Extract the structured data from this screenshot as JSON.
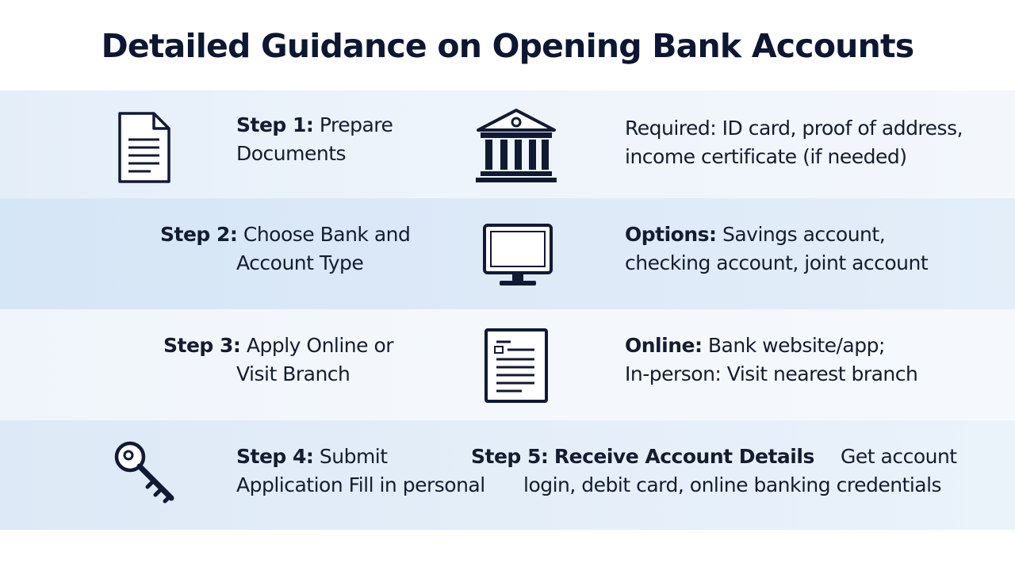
{
  "title": "Detailed Guidance on Opening Bank Accounts",
  "steps": [
    {
      "label": "Step 1:",
      "title_line1": "Prepare",
      "title_line2": "Documents",
      "icon": "document-icon",
      "detail_label": "Required:",
      "detail_line1": "ID card, proof of address,",
      "detail_line2": "income certificate (if needed)",
      "detail_icon": "bank-icon"
    },
    {
      "label": "Step 2:",
      "title_line1": "Choose Bank and",
      "title_line2": "Account Type",
      "icon": "computer-monitor-icon",
      "detail_label": "Options:",
      "detail_line1": "Savings account,",
      "detail_line2": "checking account, joint account"
    },
    {
      "label": "Step 3:",
      "title_line1": "Apply Online or",
      "title_line2": "Visit Branch",
      "icon": "form-icon",
      "detail_label": "Online:",
      "detail_line1": "Bank website/app;",
      "detail_line2": "In-person: Visit nearest branch"
    },
    {
      "label": "Step 4:",
      "title_line1": "Submit",
      "title_line2": "Application Fill in personal",
      "icon": "key-icon"
    },
    {
      "label": "Step 5:",
      "title_line1": "Receive Account Details",
      "detail_line1": "Get account",
      "detail_line2": "login, debit card, online banking credentials"
    }
  ]
}
